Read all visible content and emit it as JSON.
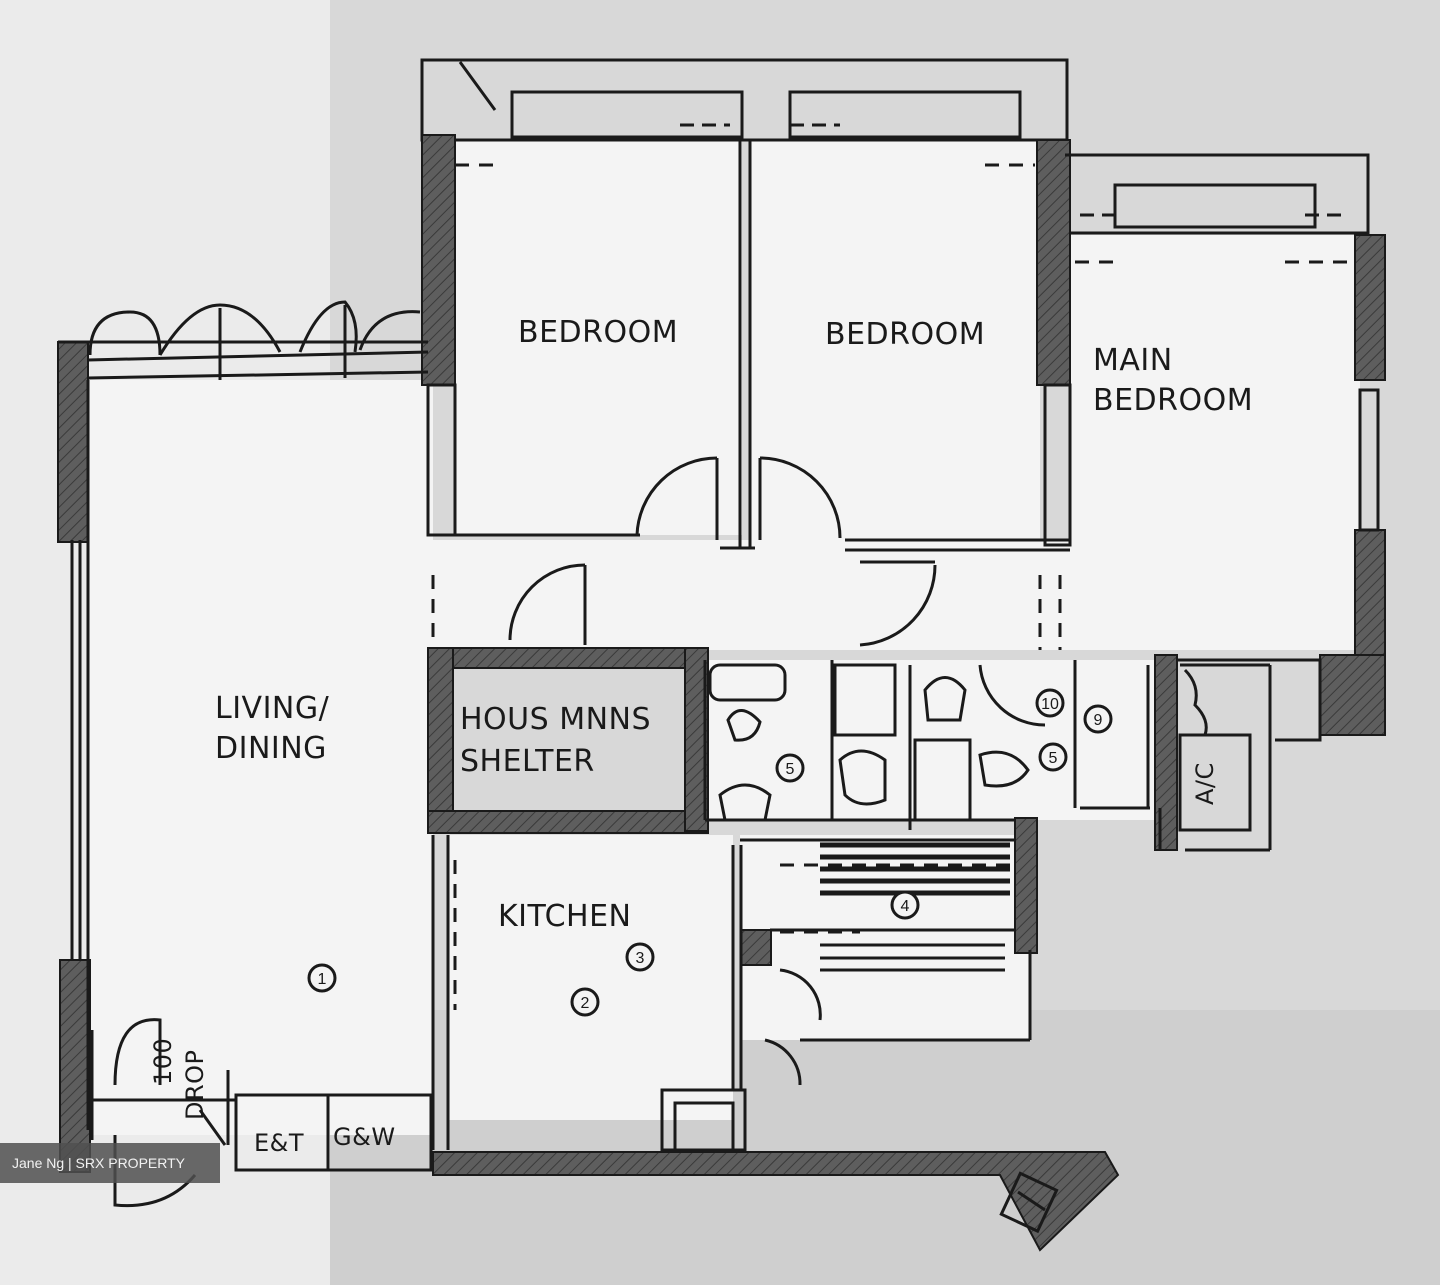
{
  "rooms": {
    "bedroom_left": "BEDROOM",
    "bedroom_middle": "BEDROOM",
    "main_bedroom_line1": "MAIN",
    "main_bedroom_line2": "BEDROOM",
    "living_line1": "LIVING/",
    "living_line2": "DINING",
    "shelter_line1": "HOUS MNNS",
    "shelter_line2": "SHELTER",
    "kitchen": "KITCHEN",
    "ac": "A/C",
    "et": "E&T",
    "gw": "G&W",
    "drop": "DROP",
    "drop_abbrev": "100"
  },
  "markers": [
    "1",
    "2",
    "3",
    "4",
    "5",
    "5",
    "9",
    "10"
  ],
  "watermark": "Jane Ng | SRX PROPERTY",
  "colors": {
    "paper": "#ebebeb",
    "shadow": "#c8c8c8",
    "wall_fill": "#5a5a5a",
    "line": "#1a1a1a"
  }
}
